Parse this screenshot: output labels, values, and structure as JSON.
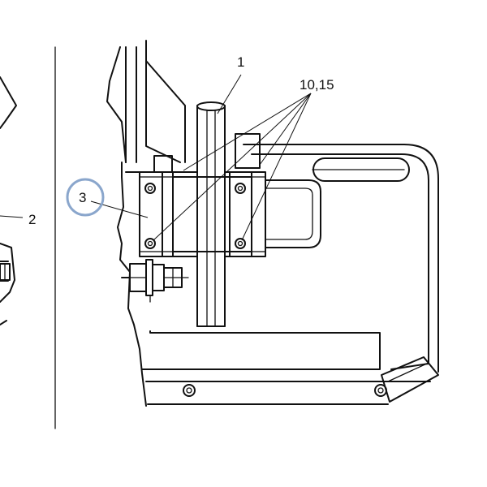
{
  "callouts": {
    "part_1": "1",
    "parts_10_15": "10,15",
    "part_2": "2",
    "part_3": "3"
  },
  "highlight": {
    "circled_callout": "3",
    "ring_color": "#8aa6cc"
  },
  "line_color": "#111111"
}
